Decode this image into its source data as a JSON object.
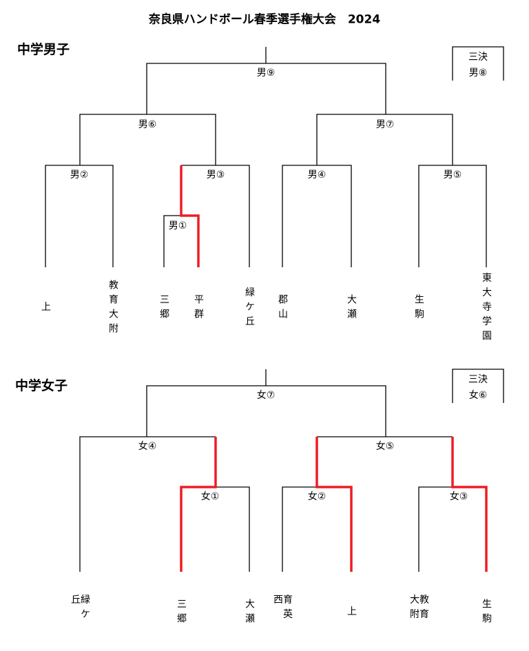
{
  "title": "奈良県ハンドボール春季選手権大会　2024",
  "boys": {
    "heading": "中学男子",
    "third_place": {
      "label": "三決",
      "match": "男⑧"
    },
    "matches": {
      "m9": "男⑨",
      "m6": "男⑥",
      "m7": "男⑦",
      "m2": "男②",
      "m3": "男③",
      "m1": "男①",
      "m4": "男④",
      "m5": "男⑤"
    },
    "teams": [
      "上",
      "教育大附",
      "三郷",
      "平群",
      "緑ケ丘",
      "郡山",
      "大瀬",
      "生駒",
      "東大寺学園"
    ]
  },
  "girls": {
    "heading": "中学女子",
    "third_place": {
      "label": "三決",
      "match": "女⑥"
    },
    "matches": {
      "m7": "女⑦",
      "m4": "女④",
      "m5": "女⑤",
      "m1": "女①",
      "m2": "女②",
      "m3": "女③"
    },
    "teams": [
      "緑ケ丘",
      "三郷",
      "大瀬",
      "育英西",
      "上",
      "教育大附",
      "生駒"
    ]
  },
  "colors": {
    "line": "#000000",
    "winner": "#ee1c25"
  }
}
